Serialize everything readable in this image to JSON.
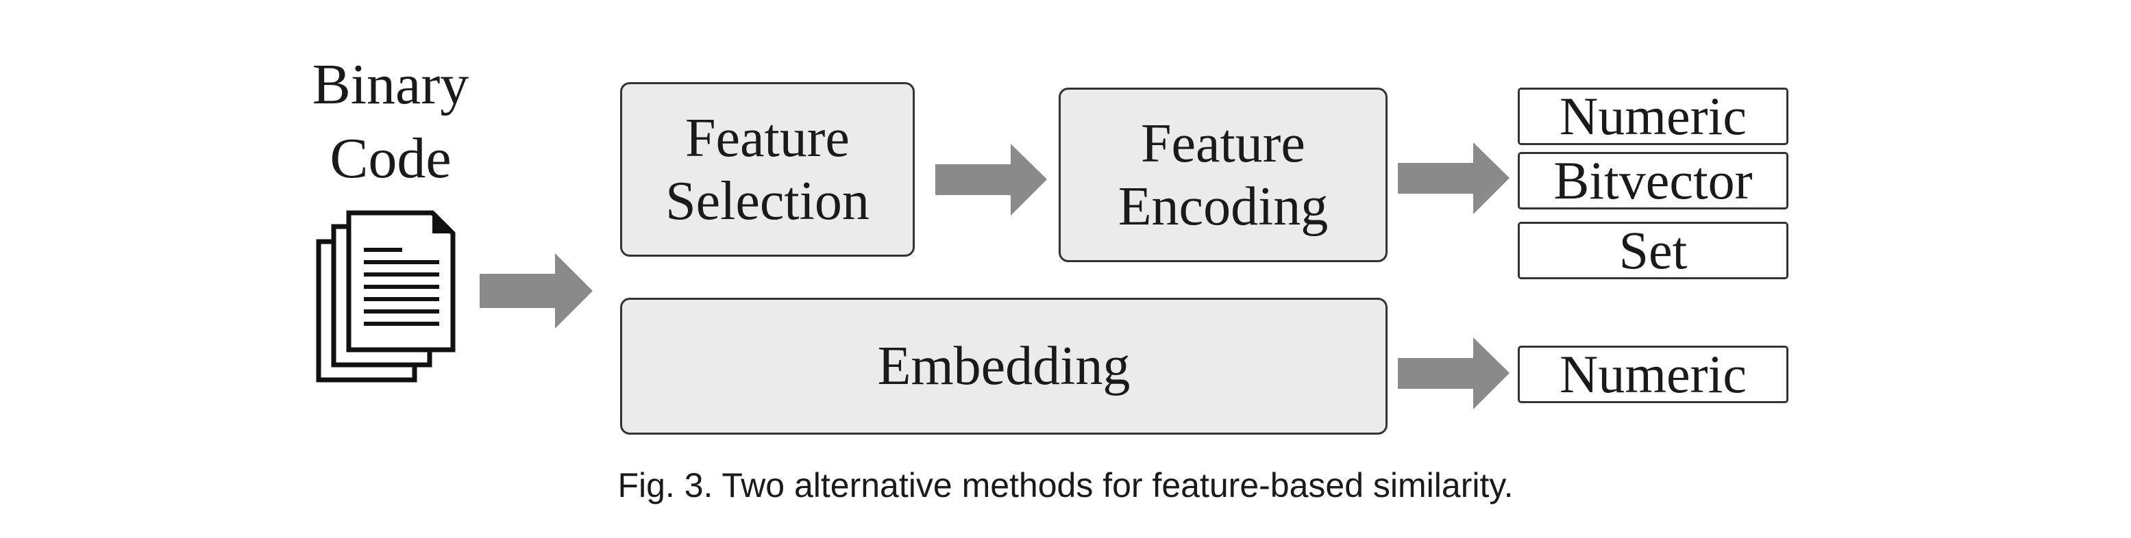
{
  "input": {
    "line1": "Binary",
    "line2": "Code",
    "icon": "document-stack-icon"
  },
  "pipeline": {
    "feature_selection": {
      "line1": "Feature",
      "line2": "Selection"
    },
    "feature_encoding": {
      "line1": "Feature",
      "line2": "Encoding"
    },
    "embedding": "Embedding"
  },
  "outputs": {
    "encoding": [
      "Numeric",
      "Bitvector",
      "Set"
    ],
    "embedding": [
      "Numeric"
    ]
  },
  "caption": "Fig. 3.  Two alternative methods for feature-based similarity.",
  "colors": {
    "arrow": "#8a8a8a",
    "box_fill": "#ebebeb",
    "border": "#333333"
  }
}
